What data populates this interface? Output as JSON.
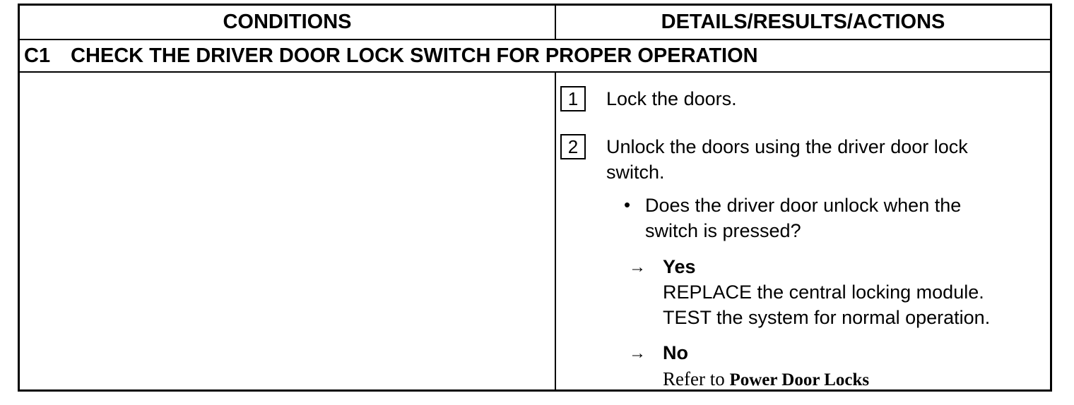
{
  "header": {
    "conditions": "CONDITIONS",
    "details": "DETAILS/RESULTS/ACTIONS"
  },
  "section": {
    "id": "C1",
    "title": "CHECK THE DRIVER DOOR LOCK SWITCH FOR PROPER OPERATION"
  },
  "steps": [
    {
      "number": "1",
      "text": "Lock the doors."
    },
    {
      "number": "2",
      "line1": "Unlock the doors using the driver door lock",
      "line2": "switch."
    }
  ],
  "question": {
    "line1": "Does the driver door unlock when the",
    "line2": "switch is pressed?"
  },
  "yes": {
    "label": "Yes",
    "action1": "REPLACE the central locking module.",
    "action2": "TEST the system for normal operation."
  },
  "no": {
    "label": "No",
    "refer": "Refer to",
    "link": "Power Door Locks"
  }
}
